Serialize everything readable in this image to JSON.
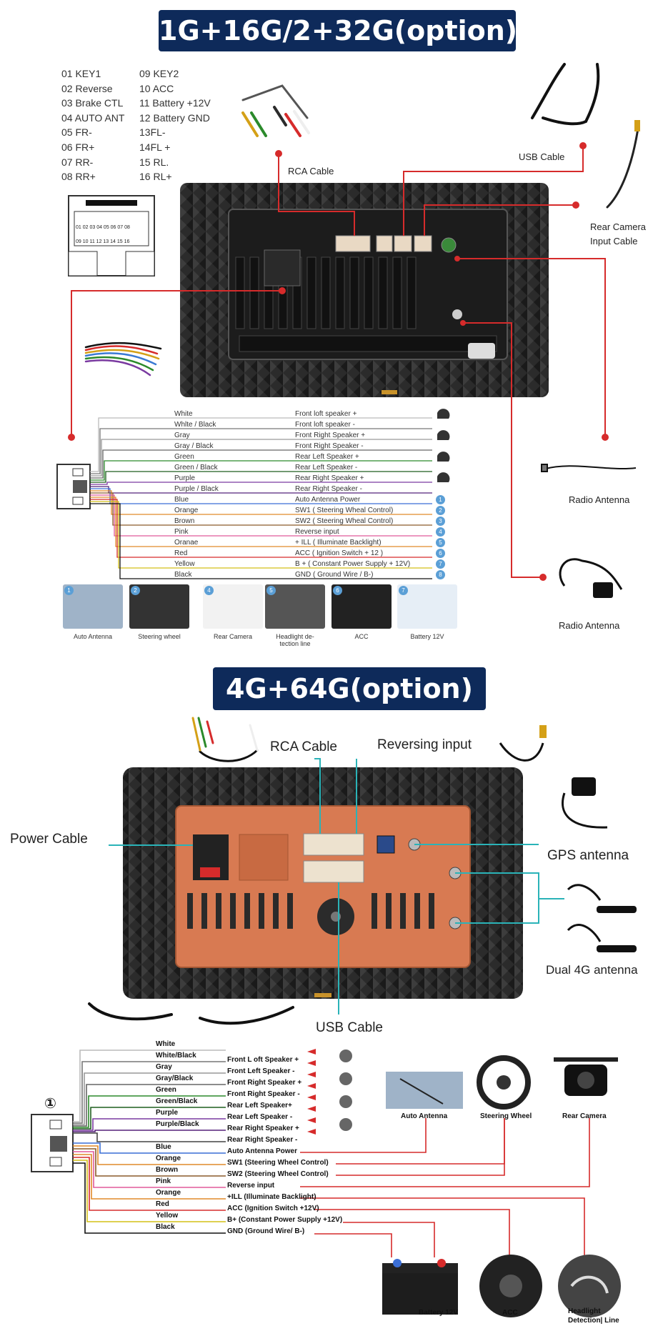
{
  "section1": {
    "title": "1G+16G/2+32G(option)",
    "pins_left": [
      "01 KEY1",
      "02 Reverse",
      "03 Brake CTL",
      "04 AUTO ANT",
      "05 FR-",
      "06 FR+",
      "07 RR-",
      "08 RR+"
    ],
    "pins_right": [
      "09 KEY2",
      "10 ACC",
      "11 Battery +12V",
      "12 Battery GND",
      "13FL-",
      "14FL +",
      "15 RL.",
      "16 RL+"
    ],
    "connector_row1": "01 02 03 04 05 06 07 08",
    "connector_row2": "09 10 11 12 13 14 15 16",
    "labels": {
      "rca": "RCA Cable",
      "usb": "USB Cable",
      "rear_cam_1": "Rear Camera",
      "rear_cam_2": "Input Cable",
      "radio_antenna_1": "Radio Antenna",
      "radio_antenna_2": "Radio Antenna"
    },
    "wires": [
      {
        "color": "White",
        "func": "Front loft speaker  +"
      },
      {
        "color": "Whlte / Black",
        "func": "Front loft speaker  -"
      },
      {
        "color": "Gray",
        "func": "Front Right Speaker +"
      },
      {
        "color": "Gray / Black",
        "func": "Front Right Speaker -"
      },
      {
        "color": "Green",
        "func": "Rear Left Speaker +"
      },
      {
        "color": "Green / Black",
        "func": "Rear Left Speaker -"
      },
      {
        "color": "Purple",
        "func": "Rear Right Speaker +"
      },
      {
        "color": "Purple / Black",
        "func": "Rear Right Speaker -"
      },
      {
        "color": "Blue",
        "func": "Auto Antenna Power"
      },
      {
        "color": "Orange",
        "func": "SW1 ( Steering Wheal Control)"
      },
      {
        "color": "Brown",
        "func": "SW2 ( Steering Wheal Control)"
      },
      {
        "color": "Pink",
        "func": "Reverse input"
      },
      {
        "color": "Oranae",
        "func": "+ ILL ( Illuminate Backlight)"
      },
      {
        "color": "Red",
        "func": "ACC ( Ignition Switch + 12 )"
      },
      {
        "color": "Yellow",
        "func": "B + ( Constant Power Supply + 12V)"
      },
      {
        "color": "Black",
        "func": "GND ( Ground Wire / B-)"
      }
    ],
    "numbers": [
      "1",
      "2",
      "3",
      "4",
      "5",
      "6",
      "7",
      "8"
    ],
    "thumbs": [
      {
        "num": "1",
        "caption": "Auto Antenna"
      },
      {
        "num": "2",
        "caption": "Steering wheel"
      },
      {
        "num": "4",
        "caption": "Rear Camera"
      },
      {
        "num": "5",
        "caption": "Headlight de-\ntection line"
      },
      {
        "num": "6",
        "caption": "ACC"
      },
      {
        "num": "7",
        "caption": "Battery 12V"
      }
    ],
    "colors": {
      "accent_red": "#e0202a",
      "banner": "#0e2a5a"
    }
  },
  "section2": {
    "title": "4G+64G(option)",
    "labels": {
      "rca": "RCA Cable",
      "reversing": "Reversing input",
      "power": "Power Cable",
      "gps": "GPS antenna",
      "dual4g": "Dual  4G  antenna",
      "usb": "USB Cable"
    },
    "connector_num": "①",
    "wires": [
      {
        "color": "White",
        "func": ""
      },
      {
        "color": "White/Black",
        "func": "Front L oft Speaker +"
      },
      {
        "color": "Gray",
        "func": "Front Left Speaker -"
      },
      {
        "color": "Gray/Black",
        "func": "Front Right Speaker +"
      },
      {
        "color": "Green",
        "func": "Front Right Speaker -"
      },
      {
        "color": "Green/Black",
        "func": "Rear Left Speaker+"
      },
      {
        "color": "Purple",
        "func": "Rear Left Speaker -"
      },
      {
        "color": "Purple/Black",
        "func": "Rear Right Speaker +"
      },
      {
        "color": "",
        "func": "Rear Right Speaker -"
      }
    ],
    "wires_lower": [
      {
        "color": "Blue",
        "func": "Auto Antenna Power"
      },
      {
        "color": "Orange",
        "func": "SW1 (Steering Wheel Control)"
      },
      {
        "color": "Brown",
        "func": "SW2 (Steering Wheel Control)"
      },
      {
        "color": "Pink",
        "func": "Reverse input"
      },
      {
        "color": "Orange",
        "func": "+ILL (Illuminate Backlight)"
      },
      {
        "color": "Red",
        "func": "ACC (Ignition Switch +12V)"
      },
      {
        "color": "Yellow",
        "func": "B+ (Constant Power Supply +12V)"
      },
      {
        "color": "Black",
        "func": "GND (Ground Wire/ B-)"
      }
    ],
    "accessories": {
      "auto_antenna": "Auto Antenna",
      "steering": "Steering Wheel",
      "rear_camera": "Rear Camera",
      "battery": "Battery 12V",
      "acc": "ACC",
      "headlight_1": "Headlight",
      "headlight_2": "Detection| Line"
    },
    "colors": {
      "accent_cyan": "#2ab3b8",
      "panel_orange": "#d87a52"
    }
  }
}
